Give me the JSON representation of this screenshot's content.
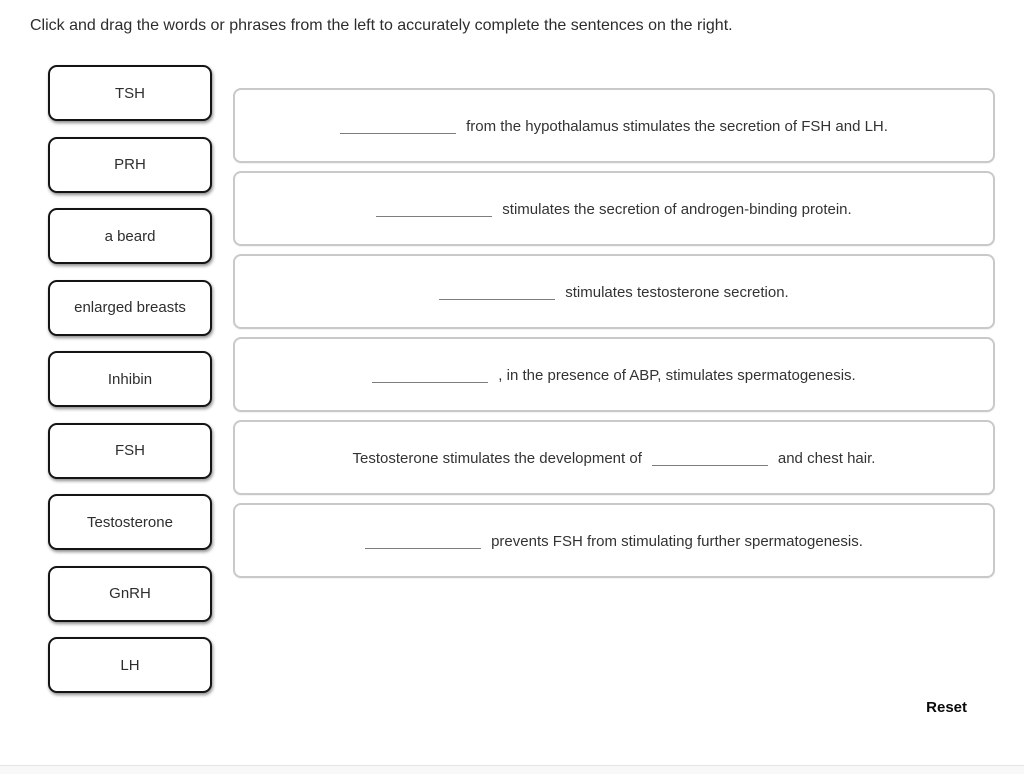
{
  "instruction": "Click and drag the words or phrases from the left to accurately complete the sentences on the right.",
  "word_bank": {
    "items": [
      {
        "label": "TSH"
      },
      {
        "label": "PRH"
      },
      {
        "label": "a beard"
      },
      {
        "label": "enlarged breasts"
      },
      {
        "label": "Inhibin"
      },
      {
        "label": "FSH"
      },
      {
        "label": "Testosterone"
      },
      {
        "label": "GnRH"
      },
      {
        "label": "LH"
      }
    ]
  },
  "sentences": [
    {
      "before": "",
      "after": "from the hypothalamus stimulates the secretion of FSH and LH."
    },
    {
      "before": "",
      "after": "stimulates the secretion of androgen-binding protein."
    },
    {
      "before": "",
      "after": "stimulates testosterone secretion."
    },
    {
      "before": "",
      "after": ", in the presence of ABP, stimulates spermatogenesis."
    },
    {
      "before": "Testosterone stimulates the development of",
      "after": "and chest hair."
    },
    {
      "before": "",
      "after": "prevents FSH from stimulating further spermatogenesis."
    }
  ],
  "footer": {
    "reset_label": "Reset"
  },
  "colors": {
    "chip_border": "#141414",
    "box_border": "#c9c9c9",
    "blank_line": "#7d7d7d",
    "text": "#333333"
  }
}
